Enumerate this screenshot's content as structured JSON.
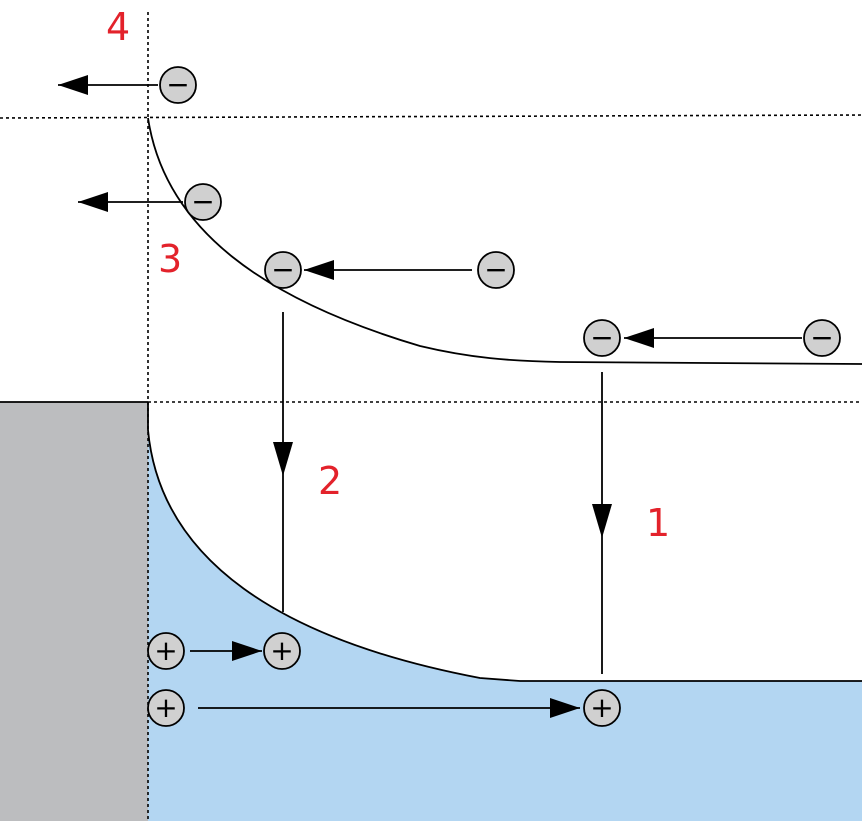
{
  "colors": {
    "metal": "#bcbdbf",
    "semiconductor_fill": "#b3d6f2",
    "carrier_fill": "#d0d0d0",
    "label": "#e3222b",
    "line": "#000000"
  },
  "icons": {
    "electron": "minus-circle-icon",
    "hole": "plus-circle-icon"
  },
  "labels": {
    "process_1": "1",
    "process_2": "2",
    "process_3": "3",
    "process_4": "4"
  },
  "symbols": {
    "electron": "−",
    "hole": "+"
  }
}
